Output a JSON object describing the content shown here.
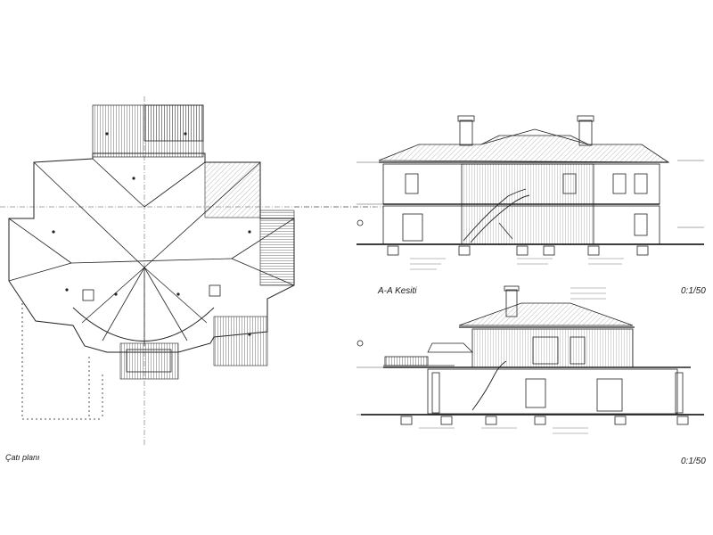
{
  "sheet": {
    "roof_plan_title": "Çatı planı",
    "section_title": "A-A Kesiti",
    "scale_top": "0:1/50",
    "scale_bottom": "0:1/50"
  },
  "colors": {
    "ink": "#222222",
    "paper": "#ffffff"
  }
}
